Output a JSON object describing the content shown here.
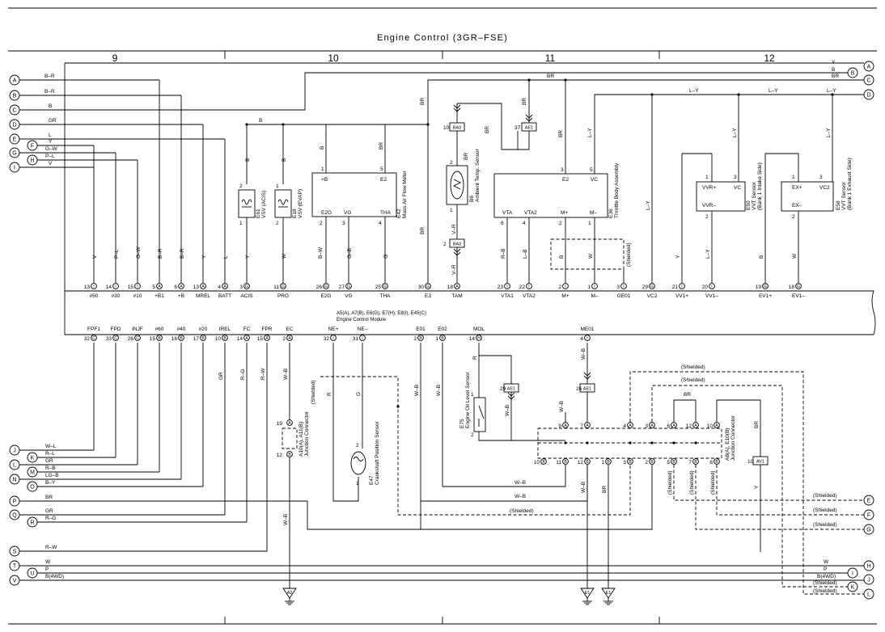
{
  "title": "Engine Control (3GR–FSE)",
  "sections": [
    "9",
    "10",
    "11",
    "12"
  ],
  "left_letters": [
    "A",
    "B",
    "C",
    "D",
    "E",
    "F",
    "G",
    "H",
    "I",
    "J",
    "K",
    "L",
    "M",
    "N",
    "O",
    "P",
    "Q",
    "R",
    "S",
    "T",
    "U",
    "V"
  ],
  "right_letters_top": [
    "A",
    "B",
    "C",
    "D"
  ],
  "right_letters_bottom": [
    "E",
    "F",
    "G",
    "H",
    "I",
    "J",
    "K",
    "L"
  ],
  "left_wires": {
    "A": "B–R",
    "B": "B–R",
    "C": "B",
    "D": "GR",
    "E": "L",
    "F": "Y",
    "G": "G–W",
    "G2": "P–L",
    "I": "V",
    "J": "W–L",
    "K": "R–L",
    "L": "GR",
    "M": "R–B",
    "N": "LG–B",
    "O": "B–Y",
    "P": "BR",
    "Q": "GR",
    "R": "R–G",
    "S": "R–W",
    "T": "W",
    "U": "P",
    "V": "B(4WD)"
  },
  "right_wires": {
    "A": "Y",
    "B": "B",
    "C": "BR",
    "D": "L–Y",
    "H": "W",
    "I": "P",
    "J": "B(4WD)"
  },
  "shielded": "(Shielded)",
  "ecm": {
    "label1": "A5(A), A7(B), E6(G), E7(H), E8(I), E45(C)",
    "label2": "Engine Control Module",
    "top_pins": [
      {
        "n": "13",
        "c": "I",
        "l": "#50",
        "w": "V"
      },
      {
        "n": "14",
        "c": "I",
        "l": "#30",
        "w": "P–L"
      },
      {
        "n": "15",
        "c": "I",
        "l": "#10",
        "w": "G–W"
      },
      {
        "n": "5",
        "c": "A",
        "l": "+B1",
        "w": "B–R"
      },
      {
        "n": "6",
        "c": "A",
        "l": "+B",
        "w": "B–R"
      },
      {
        "n": "13",
        "c": "A",
        "l": "MREL",
        "w": "Y"
      },
      {
        "n": "4",
        "c": "A",
        "l": "BATT",
        "w": "L"
      },
      {
        "n": "3",
        "c": "G",
        "l": "ACIS",
        "w": "Y"
      },
      {
        "n": "11",
        "c": "G",
        "l": "PRG",
        "w": "W"
      },
      {
        "n": "26",
        "c": "G",
        "l": "E2G",
        "w": "B–W"
      },
      {
        "n": "27",
        "c": "G",
        "l": "VG",
        "w": "G–B"
      },
      {
        "n": "25",
        "c": "G",
        "l": "THA",
        "w": "G"
      },
      {
        "n": "30",
        "c": "G",
        "l": "E3",
        "w": "BR"
      },
      {
        "n": "18",
        "c": "A",
        "l": "TAM",
        "w": "V–R"
      },
      {
        "n": "23",
        "c": "I",
        "l": "VTA1",
        "w": "R–B"
      },
      {
        "n": "22",
        "c": "I",
        "l": "VTA2",
        "w": "L–B"
      },
      {
        "n": "2",
        "c": "I",
        "l": "M+",
        "w": "B"
      },
      {
        "n": "1",
        "c": "I",
        "l": "M–",
        "w": "W"
      },
      {
        "n": "3",
        "c": "I",
        "l": "GE01",
        "w": "(Shielded)"
      },
      {
        "n": "29",
        "c": "G",
        "l": "VC2",
        "w": "L–Y"
      },
      {
        "n": "21",
        "c": "I",
        "l": "VV1+",
        "w": "Y"
      },
      {
        "n": "20",
        "c": "I",
        "l": "VV1–",
        "w": "L–Y"
      },
      {
        "n": "19",
        "c": "G",
        "l": "EV1+",
        "w": "B"
      },
      {
        "n": "18",
        "c": "G",
        "l": "EV1–",
        "w": "W"
      }
    ],
    "bottom_pins": [
      {
        "n": "32",
        "c": "C",
        "l": "FPF1"
      },
      {
        "n": "33",
        "c": "C",
        "l": "FPD"
      },
      {
        "n": "26",
        "c": "C",
        "l": "INJF"
      },
      {
        "n": "15",
        "c": "B",
        "l": "#60"
      },
      {
        "n": "16",
        "c": "B",
        "l": "#40"
      },
      {
        "n": "17",
        "c": "B",
        "l": "#20"
      },
      {
        "n": "10",
        "c": "B",
        "l": "IREL"
      },
      {
        "n": "14",
        "c": "A",
        "l": "FC"
      },
      {
        "n": "15",
        "c": "A",
        "l": "FPR"
      },
      {
        "n": "2",
        "c": "A",
        "l": "EC"
      },
      {
        "n": "32",
        "c": "I",
        "l": "NE+"
      },
      {
        "n": "31",
        "c": "I",
        "l": "NE–"
      },
      {
        "n": "2",
        "c": "B",
        "l": "E01"
      },
      {
        "n": "1",
        "c": "B",
        "l": "E02"
      },
      {
        "n": "14",
        "c": "H",
        "l": "MOL"
      },
      {
        "n": "4",
        "c": "I",
        "l": "ME01"
      }
    ]
  },
  "components": {
    "vsv_acis": {
      "id": "E61",
      "name": "VSV (ACIS)",
      "p1": "2",
      "p2": "1"
    },
    "vsv_evap": {
      "id": "E18",
      "name": "VSV (EVAP)",
      "p1": "1",
      "p2": "2"
    },
    "maf": {
      "id": "E42",
      "name": "Mass Air Flow Meter",
      "pins_top": [
        "+B",
        "E2"
      ],
      "pins_top_n": [
        "1",
        "5"
      ],
      "pins_bot": [
        "E2G",
        "VG",
        "THA"
      ],
      "pins_bot_n": [
        "2",
        "3",
        "4"
      ]
    },
    "ambient": {
      "id": "B6",
      "name": "Ambient Temp. Sensor",
      "p1": "2",
      "p2": "1"
    },
    "throttle": {
      "id": "E36",
      "name": "Throttle Body Assembly",
      "pins_top": [
        "E2",
        "VC"
      ],
      "pins_top_n": [
        "3",
        "5"
      ],
      "pins_bot": [
        "VTA",
        "VTA2",
        "M+",
        "M–"
      ],
      "pins_bot_n": [
        "6",
        "4",
        "2",
        "1"
      ]
    },
    "vvt_in": {
      "id": "E50",
      "name": "VVT Sensor",
      "sub": "(Bank 1 Intake Side)",
      "pins": [
        "VVR+",
        "VC",
        "VVR–"
      ],
      "pins_n": [
        "1",
        "3",
        "2"
      ]
    },
    "vvt_ex": {
      "id": "E58",
      "name": "VVT Sensor",
      "sub": "(Bank 1 Exhaust Side)",
      "pins": [
        "EX+",
        "VC2",
        "EX–"
      ],
      "pins_n": [
        "1",
        "3",
        "2"
      ]
    },
    "crank": {
      "id": "E47",
      "name": "Crankshaft Position Sensor",
      "p1": "2",
      "p2": "1"
    },
    "oil": {
      "id": "E75",
      "name": "Engine Oil Level Sensor",
      "p1": "1",
      "p2": "2"
    },
    "jc1": {
      "id": "A10(A), A11(B)",
      "name": "Junction Connector",
      "p1": "19",
      "c1": "A",
      "p2": "12",
      "c2": "B"
    },
    "jc2": {
      "id": "A8(A), E10(B)",
      "name": "Junction Connector"
    }
  },
  "connectors": {
    "ba3a": "BA3",
    "ba3b": "BA3",
    "ae1a": "AE1",
    "ae1b": "AE1",
    "ae1c": "AE1",
    "av1": "AV1",
    "n10": "10",
    "n37": "37",
    "n2": "2",
    "n29": "29",
    "n26": "26",
    "n10b": "10"
  },
  "grounds": [
    "A2",
    "E1",
    "E1"
  ],
  "misc_wires": {
    "b_top": "B",
    "br_top": "BR",
    "ly": "L–Y",
    "w_b": "W–B",
    "br": "BR",
    "r": "R",
    "g": "G",
    "y": "Y",
    "b": "B",
    "w": "W",
    "r_w": "R–W",
    "r_g": "R–G",
    "gr": "GR"
  },
  "jc2_pins_top": [
    {
      "n": "9",
      "c": "A"
    },
    {
      "n": "7",
      "c": "A"
    },
    {
      "n": "4",
      "c": "A"
    },
    {
      "n": "3",
      "c": "A"
    },
    {
      "n": "6",
      "c": "A"
    },
    {
      "n": "12",
      "c": "A"
    },
    {
      "n": "10",
      "c": "A"
    }
  ],
  "jc2_pins_bot": [
    {
      "n": "10",
      "c": "B"
    },
    {
      "n": "11",
      "c": "B"
    },
    {
      "n": "12",
      "c": "B"
    },
    {
      "n": "1",
      "c": "B"
    },
    {
      "n": "3",
      "c": "B"
    },
    {
      "n": "2",
      "c": "B"
    },
    {
      "n": "5",
      "c": "B"
    },
    {
      "n": "7",
      "c": "B"
    },
    {
      "n": "8",
      "c": "B"
    }
  ]
}
